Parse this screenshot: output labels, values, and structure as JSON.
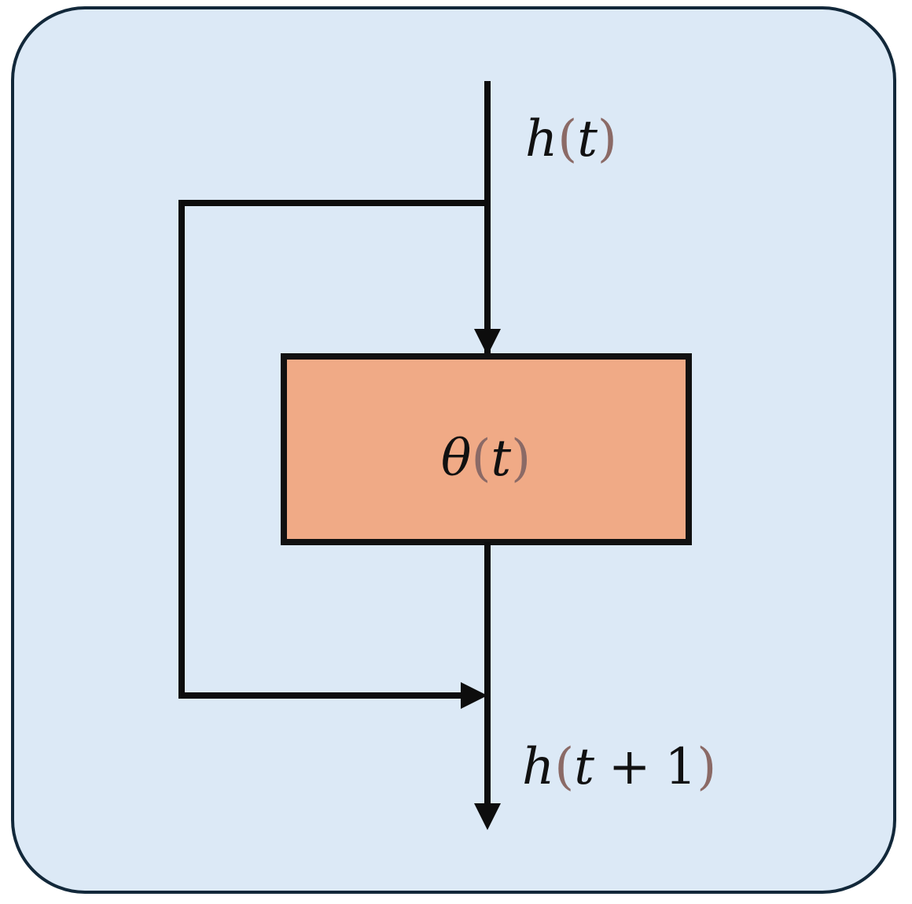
{
  "colors": {
    "panel_fill": "#dce9f6",
    "panel_border": "#12283a",
    "block_fill": "#f0aa86",
    "block_border": "#111111",
    "line": "#0d0d0d",
    "paren": "#8b6a66",
    "text": "#111111"
  },
  "labels": {
    "input": {
      "func": "h",
      "open": "(",
      "var": "t",
      "close": ")"
    },
    "block": {
      "func": "θ",
      "open": "(",
      "var": "t",
      "close": ")"
    },
    "output": {
      "func": "h",
      "open": "(",
      "var": "t",
      "plus": "+",
      "one": "1",
      "close": ")"
    }
  }
}
